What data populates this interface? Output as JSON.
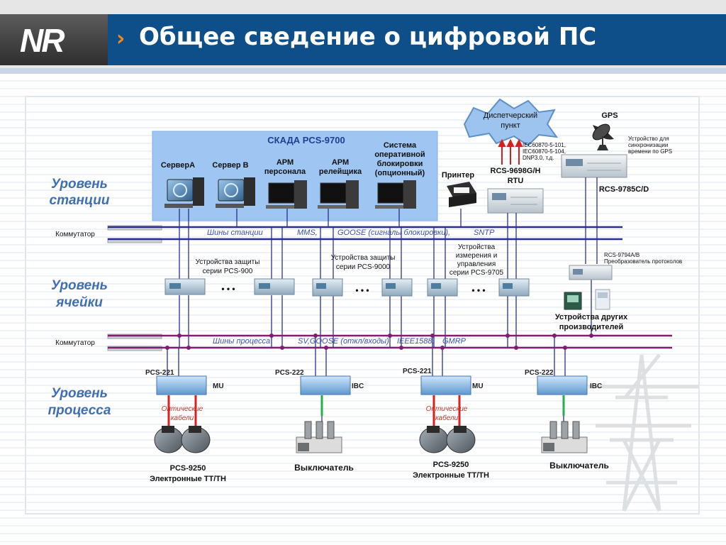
{
  "header": {
    "logo_text": "NR",
    "title": "Общее сведение о цифровой ПС"
  },
  "levels": {
    "station": [
      "Уровень",
      "станции"
    ],
    "bay": [
      "Уровень",
      "ячейки"
    ],
    "process": [
      "Уровень",
      "процесса"
    ]
  },
  "switches": [
    "Коммутатор",
    "Коммутатор"
  ],
  "scada": {
    "title": "СКАДА PCS-9700",
    "server_a": "СерверА",
    "server_b": "Сервер В",
    "arm_staff": [
      "АРМ",
      "персонала"
    ],
    "arm_relay": [
      "АРМ",
      "релейщика"
    ],
    "interlock": [
      "Система",
      "оперативной",
      "блокировки",
      "(опционный)"
    ]
  },
  "printer": "Принтер",
  "dispatch": [
    "Диспетчерский",
    "пункт"
  ],
  "protocols": [
    "IEC60870-5-101,",
    "IEC60870-5-104,",
    "DNP3.0, т.д."
  ],
  "rtu": [
    "RCS-9698G/H",
    "RTU"
  ],
  "gps": {
    "label": "GPS",
    "desc": [
      "Устройство для",
      "синхронизации",
      "времени по GPS"
    ],
    "model": "RCS-9785C/D"
  },
  "station_bus": {
    "left": "Шины станции",
    "mms": "MMS,",
    "goose": "GOOSE (сигналы блокировки),",
    "sntp": "SNTP"
  },
  "bay_groups": {
    "prot1": [
      "Устройства защиты",
      "серии PCS-900"
    ],
    "prot2": [
      "Устройства защиты",
      "серии PCS-9000"
    ],
    "meas": [
      "Устройства",
      "измерения и",
      "управления",
      "серии PCS-9705"
    ]
  },
  "converter": [
    "RCS-9794A/B",
    "Преобразователь протоколов"
  ],
  "other_vendors": [
    "Устройства других",
    "производителей"
  ],
  "ellipsis": "• • •",
  "process_bus": {
    "left": "Шины процесса",
    "mid": "SV,GOOSE (откл/входы),",
    "ieee": "IEEE1588,",
    "gmrp": "GMRP"
  },
  "process_devices": [
    {
      "model": "PCS-221",
      "tag": "MU"
    },
    {
      "model": "PCS-222",
      "tag": "IBC"
    },
    {
      "model": "PCS-221",
      "tag": "MU"
    },
    {
      "model": "PCS-222",
      "tag": "IBC"
    }
  ],
  "fiber": [
    "Оптические",
    "кабели"
  ],
  "ct_vt": [
    "PCS-9250",
    "Электронные ТТ/ТН"
  ],
  "breaker": "Выключатель",
  "colors": {
    "title_bar": "#0e4f8a",
    "chevron": "#f08a1d",
    "level_text": "#3f6fb3",
    "scada_box": "#9fc6f2",
    "station_bus": "#2a2f8a",
    "process_bus": "#7d1f6e",
    "bus_text": "#3a4fb0",
    "fiber": "#d62020",
    "copper": "#22b14c"
  }
}
